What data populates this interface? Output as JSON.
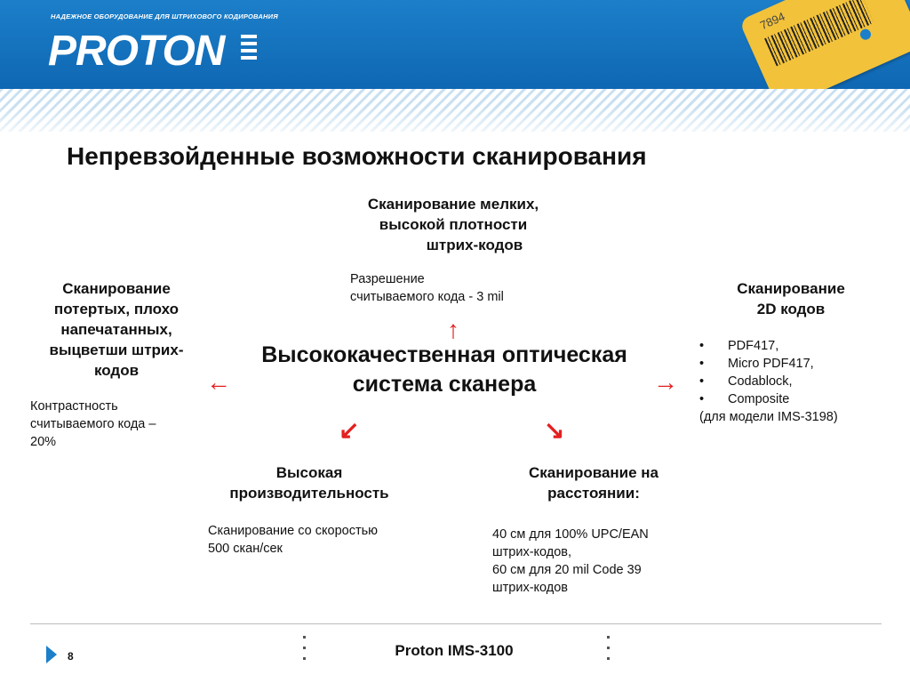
{
  "header": {
    "tagline": "НАДЕЖНОЕ ОБОРУДОВАНИЕ ДЛЯ ШТРИХОВОГО КОДИРОВАНИЯ",
    "logo": "PROTON",
    "tag_text": "7894"
  },
  "title": "Непревзойденные возможности сканирования",
  "center": {
    "line1": "Высококачественная оптическая",
    "line2": "система сканера"
  },
  "top": {
    "head_line1": "Сканирование мелких,",
    "head_line2": "высокой плотности",
    "head_line3": "штрих-кодов",
    "body_line1": "Разрешение",
    "body_line2": "считываемого кода - 3 mil"
  },
  "left": {
    "head_line1": "Сканирование",
    "head_line2": "потертых, плохо",
    "head_line3": "напечатанных,",
    "head_line4": "выцветши штрих-",
    "head_line5": "кодов",
    "body_line1": "Контрастность",
    "body_line2": "считываемого кода –",
    "body_line3": "20%"
  },
  "right": {
    "head_line1": "Сканирование",
    "head_line2": "2D кодов",
    "items": [
      "PDF417,",
      "Micro PDF417,",
      "Codablock,",
      "Composite"
    ],
    "note": "(для модели IMS-3198)"
  },
  "bottom_left": {
    "head_line1": "Высокая",
    "head_line2": "производительность",
    "body_line1": "Сканирование со скоростью",
    "body_line2": "500 скан/сек"
  },
  "bottom_right": {
    "head_line1": "Сканирование на",
    "head_line2": "расстоянии:",
    "body_line1": "40 см для 100% UPC/EAN",
    "body_line2": "штрих-кодов,",
    "body_line3": "60 см для 20 mil Code 39",
    "body_line4": "штрих-кодов"
  },
  "arrows": {
    "up": "↑",
    "left": "←",
    "right": "→",
    "down_left": "↙",
    "down_right": "↘"
  },
  "footer": {
    "page_number": "8",
    "title": "Proton IMS-3100"
  },
  "colors": {
    "brand_blue": "#1c7fc9",
    "arrow_red": "#e32020",
    "tag_yellow": "#f2c23a"
  }
}
